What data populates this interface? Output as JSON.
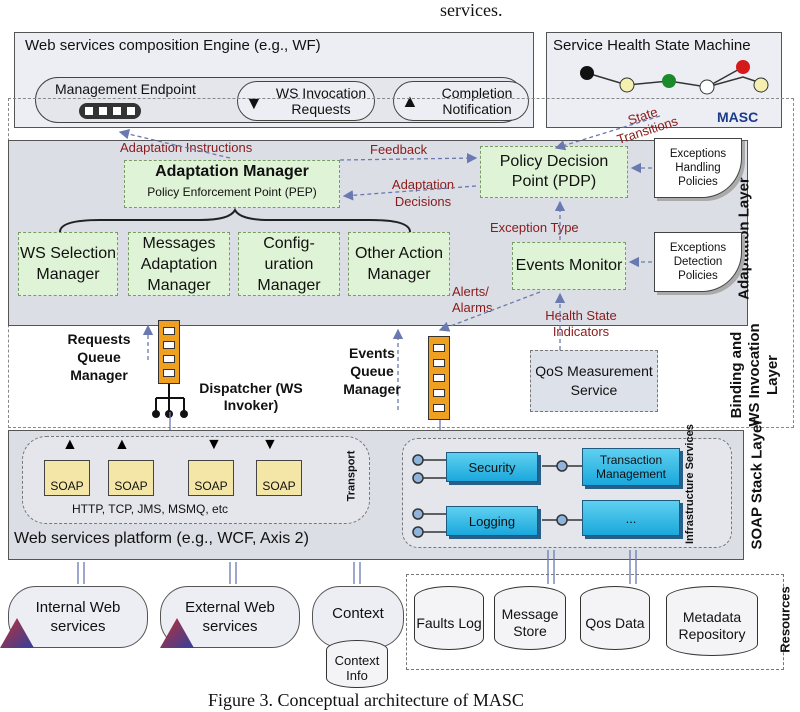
{
  "caption_top": "services.",
  "caption_bottom": "Figure 3. Conceptual architecture of MASC",
  "engine": {
    "title": "Web services composition Engine (e.g., WF)",
    "management": "Management Endpoint",
    "invocation": "WS Invocation Requests",
    "completion": "Completion Notification"
  },
  "health": {
    "title": "Service Health State Machine",
    "masc": "MASC"
  },
  "adaptation": {
    "layer_label": "Adaptation Layer",
    "adapt_instructions": "Adaptation Instructions",
    "feedback": "Feedback",
    "adaptation_decisions": "Adaptation Decisions",
    "state_transitions": "State Transitions",
    "exception_type": "Exception Type",
    "alerts_alarms": "Alerts/ Alarms",
    "health_indicators": "Health State Indicators",
    "manager_title": "Adaptation Manager",
    "manager_sub": "Policy Enforcement Point (PEP)",
    "pdp": "Policy Decision Point (PDP)",
    "events_monitor": "Events Monitor",
    "exceptions_handling": "Exceptions Handling Policies",
    "exceptions_detection": "Exceptions Detection Policies",
    "ws_selection": "WS Selection Manager",
    "messages_adaptation": "Messages Adaptation Manager",
    "configuration": "Config- uration Manager",
    "other_action": "Other Action Manager"
  },
  "binding": {
    "layer_label": "Binding and WS Invocation Layer",
    "requests_queue": "Requests Queue Manager",
    "dispatcher": "Dispatcher (WS Invoker)",
    "events_queue": "Events Queue Manager",
    "qos": "QoS Measurement Service"
  },
  "soap": {
    "layer_label": "SOAP Stack Layer",
    "soap_label": "SOAP",
    "transport": "Transport",
    "protocols": "HTTP, TCP, JMS, MSMQ, etc",
    "platform": "Web services platform (e.g., WCF, Axis 2)",
    "infrastructure": "Infrastructure Services",
    "security": "Security",
    "transaction": "Transaction Management",
    "logging": "Logging",
    "ellipsis": "..."
  },
  "resources": {
    "label": "Resources",
    "internal": "Internal Web services",
    "external": "External Web services",
    "context": "Context",
    "context_info": "Context Info",
    "faults_log": "Faults Log",
    "message_store": "Message Store",
    "qos_data": "Qos Data",
    "metadata": "Metadata Repository"
  }
}
